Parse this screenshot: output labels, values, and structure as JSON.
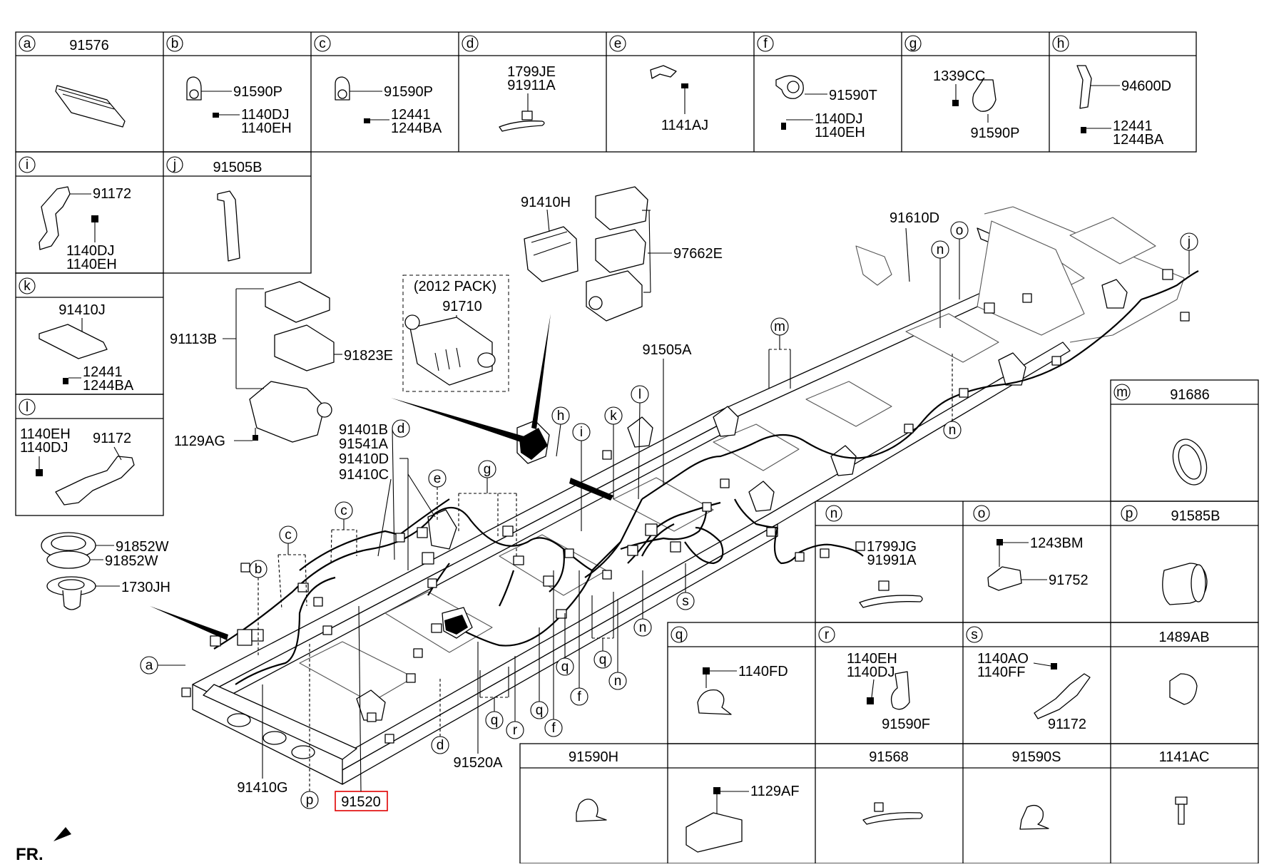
{
  "grid_cells": [
    {
      "letter": "a",
      "header": "91576",
      "parts": []
    },
    {
      "letter": "b",
      "header": "",
      "parts": [
        "91590P",
        "1140DJ",
        "1140EH"
      ]
    },
    {
      "letter": "c",
      "header": "",
      "parts": [
        "91590P",
        "12441",
        "1244BA"
      ]
    },
    {
      "letter": "d",
      "header": "",
      "parts": [
        "1799JE",
        "91911A"
      ]
    },
    {
      "letter": "e",
      "header": "",
      "parts": [
        "1141AJ"
      ]
    },
    {
      "letter": "f",
      "header": "",
      "parts": [
        "91590T",
        "1140DJ",
        "1140EH"
      ]
    },
    {
      "letter": "g",
      "header": "",
      "parts": [
        "1339CC",
        "91590P"
      ]
    },
    {
      "letter": "h",
      "header": "",
      "parts": [
        "94600D",
        "12441",
        "1244BA"
      ]
    },
    {
      "letter": "i",
      "header": "",
      "parts": [
        "91172",
        "1140DJ",
        "1140EH"
      ]
    },
    {
      "letter": "j",
      "header": "91505B",
      "parts": []
    },
    {
      "letter": "k",
      "header": "",
      "parts": [
        "91410J",
        "12441",
        "1244BA"
      ]
    },
    {
      "letter": "l",
      "header": "",
      "parts": [
        "1140EH",
        "1140DJ",
        "91172"
      ]
    },
    {
      "letter": "m",
      "header": "91686",
      "parts": []
    },
    {
      "letter": "n",
      "header": "",
      "parts": [
        "1799JG",
        "91991A"
      ]
    },
    {
      "letter": "o",
      "header": "",
      "parts": [
        "1243BM",
        "91752"
      ]
    },
    {
      "letter": "p",
      "header": "91585B",
      "parts": []
    },
    {
      "letter": "q",
      "header": "",
      "parts": [
        "1140FD"
      ]
    },
    {
      "letter": "r",
      "header": "",
      "parts": [
        "1140EH",
        "1140DJ",
        "91590F"
      ]
    },
    {
      "letter": "s",
      "header": "",
      "parts": [
        "1140AO",
        "1140FF",
        "91172"
      ]
    },
    {
      "letter": "",
      "header": "1489AB",
      "parts": []
    },
    {
      "letter": "",
      "header": "91590H",
      "parts": []
    },
    {
      "letter": "",
      "header": "",
      "parts": [
        "1129AF"
      ]
    },
    {
      "letter": "",
      "header": "91568",
      "parts": []
    },
    {
      "letter": "",
      "header": "91590S",
      "parts": []
    },
    {
      "letter": "",
      "header": "1141AC",
      "parts": []
    }
  ],
  "main_labels": {
    "relay_box_a": "91410H",
    "relay_box_b": "97662E",
    "pack_title": "(2012 PACK)",
    "pack_part": "91710",
    "junction_box": "91113B",
    "junction_cover": "91823E",
    "bolt_1129ag": "1129AG",
    "harness_block": [
      "91401B",
      "91541A",
      "91410D",
      "91410C"
    ],
    "harness_main_left": "91410G",
    "harness_main_mid": "91520A",
    "highlighted_part": "91520",
    "harness_rear": "91505A",
    "harness_frame_rear": "91610D",
    "grommet_a": "91852W",
    "grommet_b": "91852W",
    "grommet_c": "1730JH",
    "front_marker": "FR."
  },
  "callout_letters": [
    "a",
    "b",
    "c",
    "c",
    "d",
    "d",
    "e",
    "f",
    "f",
    "g",
    "h",
    "i",
    "j",
    "k",
    "l",
    "m",
    "n",
    "n",
    "n",
    "n",
    "o",
    "p",
    "p",
    "q",
    "q",
    "q",
    "q",
    "r",
    "s"
  ],
  "colors": {
    "highlight": "#e00000",
    "line": "#000000"
  }
}
